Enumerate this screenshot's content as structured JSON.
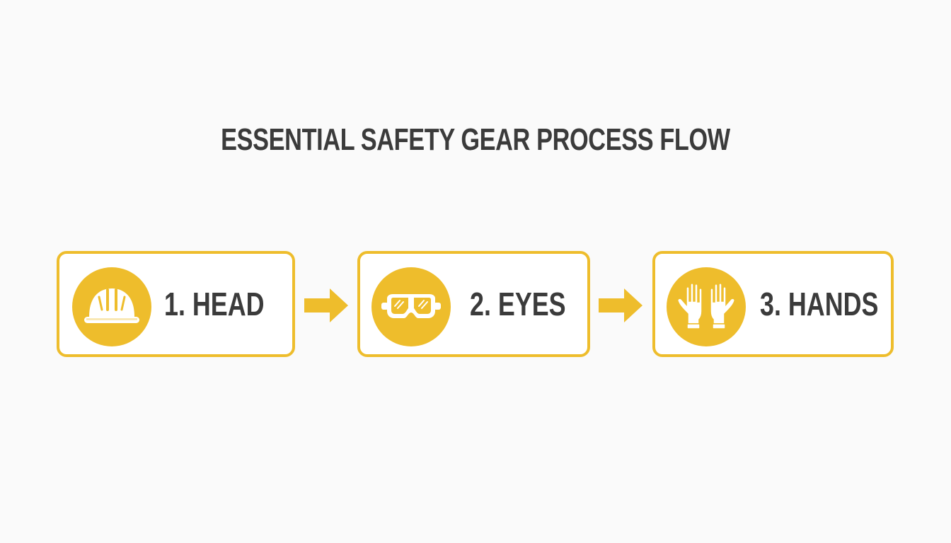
{
  "title": "ESSENTIAL SAFETY GEAR PROCESS FLOW",
  "colors": {
    "accent": "#eebd2c",
    "text": "#3b3b3b",
    "background": "#fafafa",
    "box_fill": "#ffffff"
  },
  "steps": [
    {
      "label": "1. HEAD",
      "icon": "hard-hat-icon"
    },
    {
      "label": "2. EYES",
      "icon": "safety-goggles-icon"
    },
    {
      "label": "3. HANDS",
      "icon": "gloves-icon"
    }
  ],
  "connectors": [
    {
      "icon": "arrow-right-icon"
    },
    {
      "icon": "arrow-right-icon"
    }
  ]
}
